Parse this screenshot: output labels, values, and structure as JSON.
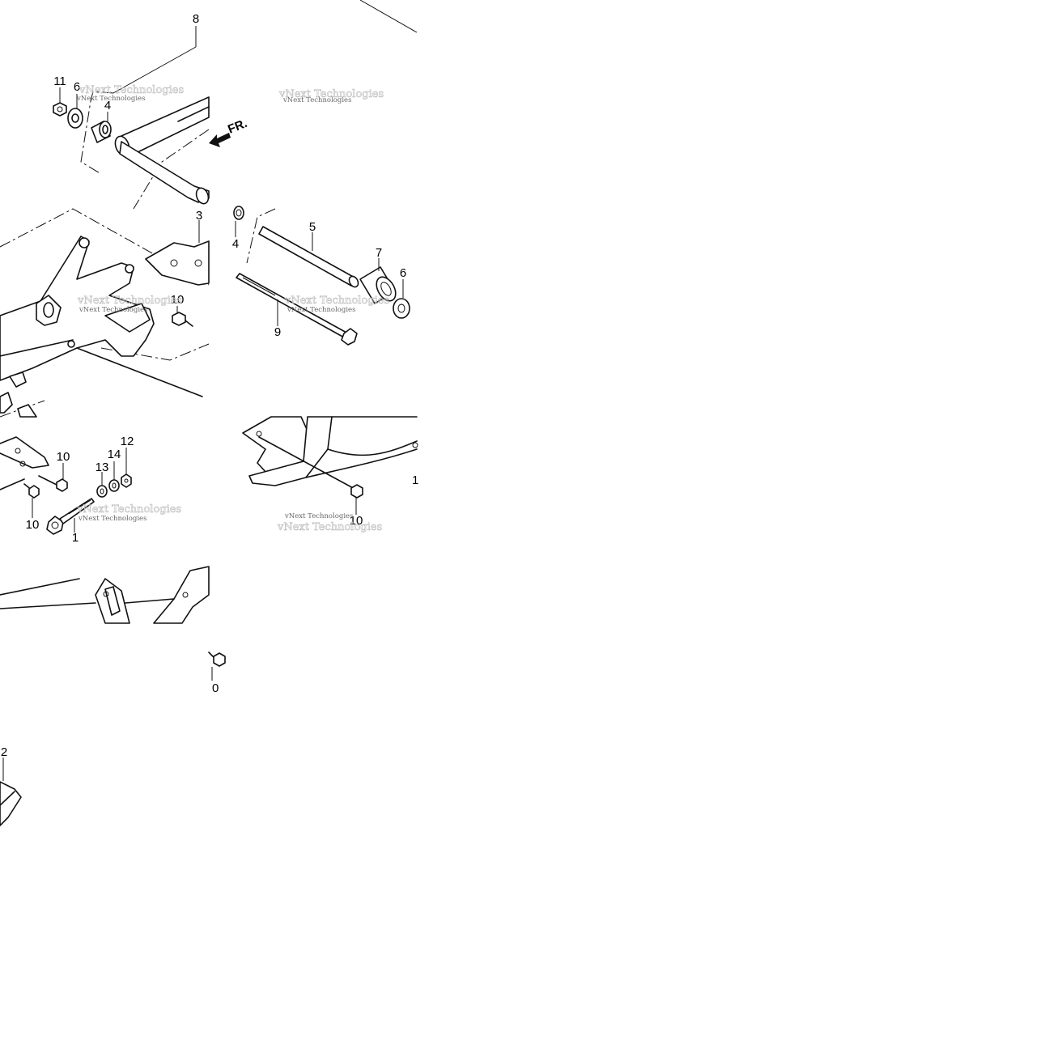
{
  "diagram": {
    "direction_label": "FR.",
    "watermark": "vNext Technologies",
    "callouts": {
      "c8": "8",
      "c11": "11",
      "c6a": "6",
      "c4a": "4",
      "c3": "3",
      "c4b": "4",
      "c5": "5",
      "c7": "7",
      "c6b": "6",
      "c9": "9",
      "c10a": "10",
      "c10b": "10",
      "c10c": "10",
      "c10d": "10",
      "c12": "12",
      "c13": "13",
      "c14": "14",
      "c1": "1",
      "c10e": "0",
      "c2": "2",
      "cEdge": "1"
    }
  }
}
